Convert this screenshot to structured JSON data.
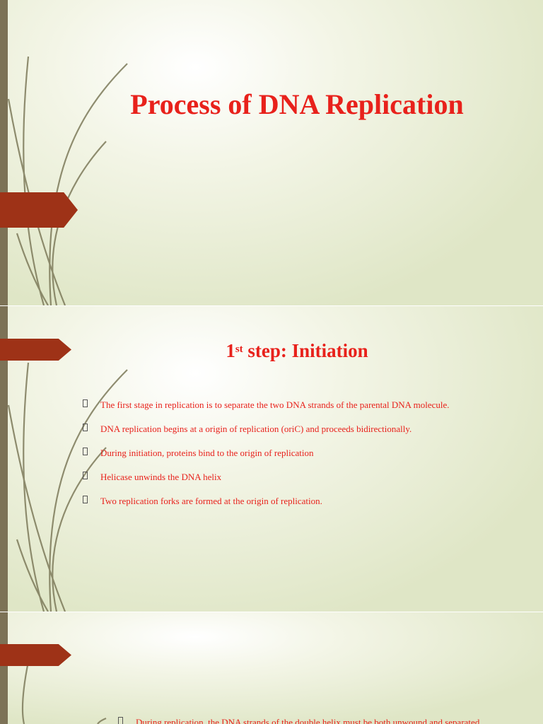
{
  "slides": [
    {
      "title": "Process of DNA Replication"
    },
    {
      "heading_ordinal": "1",
      "heading_suffix": "st",
      "heading_rest": " step: Initiation",
      "bullets": [
        "The first stage in replication is to separate the two DNA strands of the parental DNA molecule.",
        "DNA replication begins at a origin of  replication (oriC) and proceeds bidirectionally.",
        "During initiation, proteins bind to the origin of replication",
        "Helicase unwinds the DNA helix",
        "Two replication forks are formed at the origin of replication."
      ]
    },
    {
      "bullets": [
        "During replication, the DNA strands of the double helix must be both unwound and separated."
      ]
    }
  ],
  "colors": {
    "title_text": "#e8211b",
    "accent_tab": "#9e3217",
    "left_bar": "#7c7256"
  }
}
